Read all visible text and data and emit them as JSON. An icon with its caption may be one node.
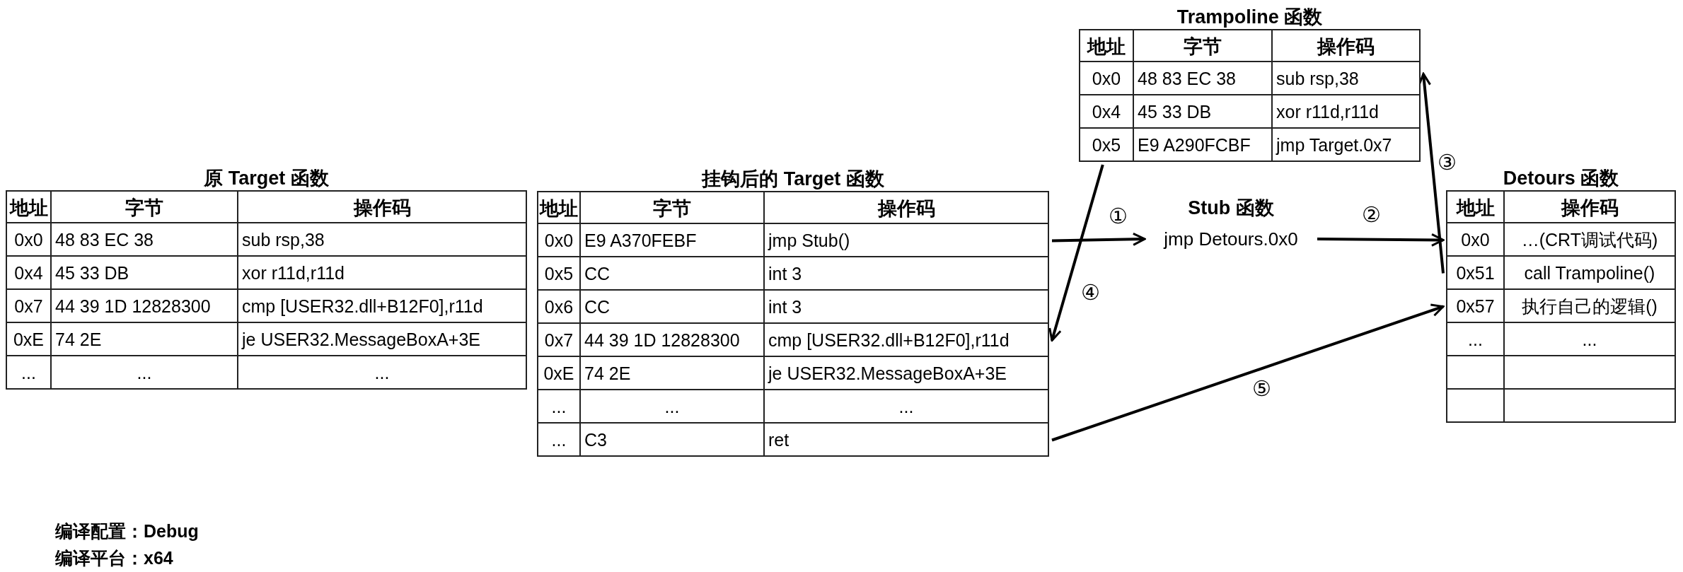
{
  "diagram": {
    "nodes": [
      {
        "text": [
          "原 Target 函数",
          "地址",
          "字节",
          "操作码"
        ]
      },
      {
        "text": [
          "0x0",
          "48 83 EC 38",
          "sub rsp,38"
        ],
        "in": 0
      },
      {
        "text": [
          "0x4",
          "45 33 DB",
          "xor r11d,r11d"
        ],
        "in": 0
      },
      {
        "text": [
          "0x7",
          "44 39 1D 12828300",
          "cmp [USER32.dll+B12F0],r11d"
        ],
        "in": 0
      },
      {
        "text": [
          "0xE",
          "74 2E",
          "je USER32.MessageBoxA+3E"
        ],
        "in": 0
      },
      {
        "text": [
          "...",
          "...",
          "..."
        ],
        "in": 0
      },
      {
        "text": [
          "挂钩后的 Target 函数",
          "地址",
          "字节",
          "操作码"
        ]
      },
      {
        "text": [
          "0x0",
          "E9 A370FEBF",
          "jmp Stub()"
        ],
        "in": 6
      },
      {
        "text": [
          "0x5",
          "CC",
          "int 3"
        ],
        "in": 6
      },
      {
        "text": [
          "0x6",
          "CC",
          "int 3"
        ],
        "in": 6
      },
      {
        "text": [
          "0x7",
          "44 39 1D 12828300",
          "cmp [USER32.dll+B12F0],r11d"
        ],
        "in": 6
      },
      {
        "text": [
          "0xE",
          "74 2E",
          "je USER32.MessageBoxA+3E"
        ],
        "in": 6
      },
      {
        "text": [
          "...",
          "...",
          "..."
        ],
        "in": 6
      },
      {
        "text": [
          "...",
          "C3",
          "ret"
        ],
        "in": 6
      },
      {
        "text": [
          "Trampoline 函数",
          "地址",
          "字节",
          "操作码"
        ]
      },
      {
        "text": [
          "0x0",
          "48 83 EC 38",
          "sub rsp,38"
        ],
        "in": 14
      },
      {
        "text": [
          "0x4",
          "45 33 DB",
          "xor r11d,r11d"
        ],
        "in": 14
      },
      {
        "text": [
          "0x5",
          "E9 A290FCBF",
          "jmp Target.0x7"
        ],
        "in": 14
      },
      {
        "text": [
          "Stub 函数",
          "jmp Detours.0x0"
        ]
      },
      {
        "text": [
          "Detours 函数",
          "地址",
          "操作码"
        ]
      },
      {
        "text": [
          "0x0",
          "…(CRT调试代码)"
        ],
        "in": 19
      },
      {
        "text": [
          "0x51",
          "call Trampoline()"
        ],
        "in": 19
      },
      {
        "text": [
          "0x57",
          "执行自己的逻辑()"
        ],
        "in": 19
      },
      {
        "text": [
          "...",
          "..."
        ],
        "in": 19
      },
      {
        "text": [],
        "shape": "box",
        "in": 19
      },
      {
        "text": [],
        "shape": "box",
        "in": 19
      }
    ],
    "edges": [
      {
        "from": 7,
        "to": 18,
        "arrow": "to",
        "label": "①"
      },
      {
        "from": 18,
        "to": 20,
        "arrow": "to",
        "label": "②"
      },
      {
        "from": 21,
        "to": 15,
        "arrow": "to",
        "label": "③"
      },
      {
        "from": 17,
        "to": 10,
        "arrow": "to",
        "label": "④"
      },
      {
        "from": 13,
        "to": 22,
        "arrow": "to",
        "label": "⑤"
      }
    ],
    "labels": [
      "编译配置：Debug",
      "编译平台：x64"
    ]
  }
}
